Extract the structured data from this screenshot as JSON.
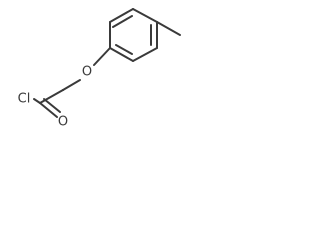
{
  "molecule": {
    "atom_labels": {
      "chlorine": "Cl",
      "carbonyl_oxygen": "O",
      "ether_oxygen": "O"
    }
  }
}
